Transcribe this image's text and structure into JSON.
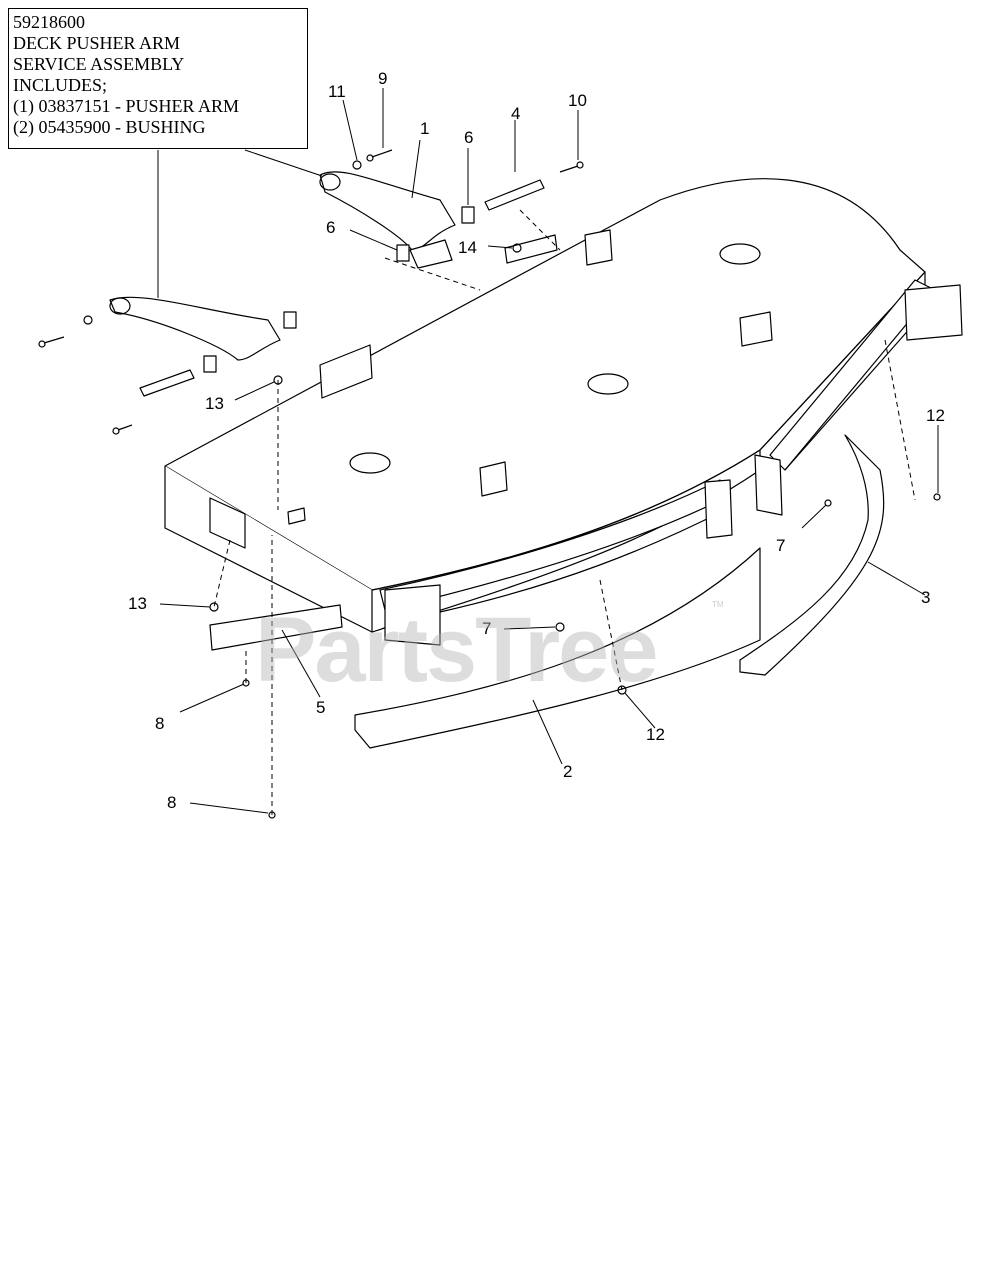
{
  "infobox": {
    "lines": [
      "59218600",
      "DECK PUSHER ARM",
      "SERVICE ASSEMBLY",
      "INCLUDES;",
      "(1) 03837151 - PUSHER ARM",
      "(2) 05435900 - BUSHING"
    ]
  },
  "callouts": {
    "c1": "1",
    "c2": "2",
    "c3": "3",
    "c4": "4",
    "c5": "5",
    "c6a": "6",
    "c6b": "6",
    "c7a": "7",
    "c7b": "7",
    "c8a": "8",
    "c8b": "8",
    "c9": "9",
    "c10": "10",
    "c11": "11",
    "c12a": "12",
    "c12b": "12",
    "c13a": "13",
    "c13b": "13",
    "c14": "14"
  },
  "watermark": {
    "text": "PartsTree",
    "tm": "TM"
  }
}
